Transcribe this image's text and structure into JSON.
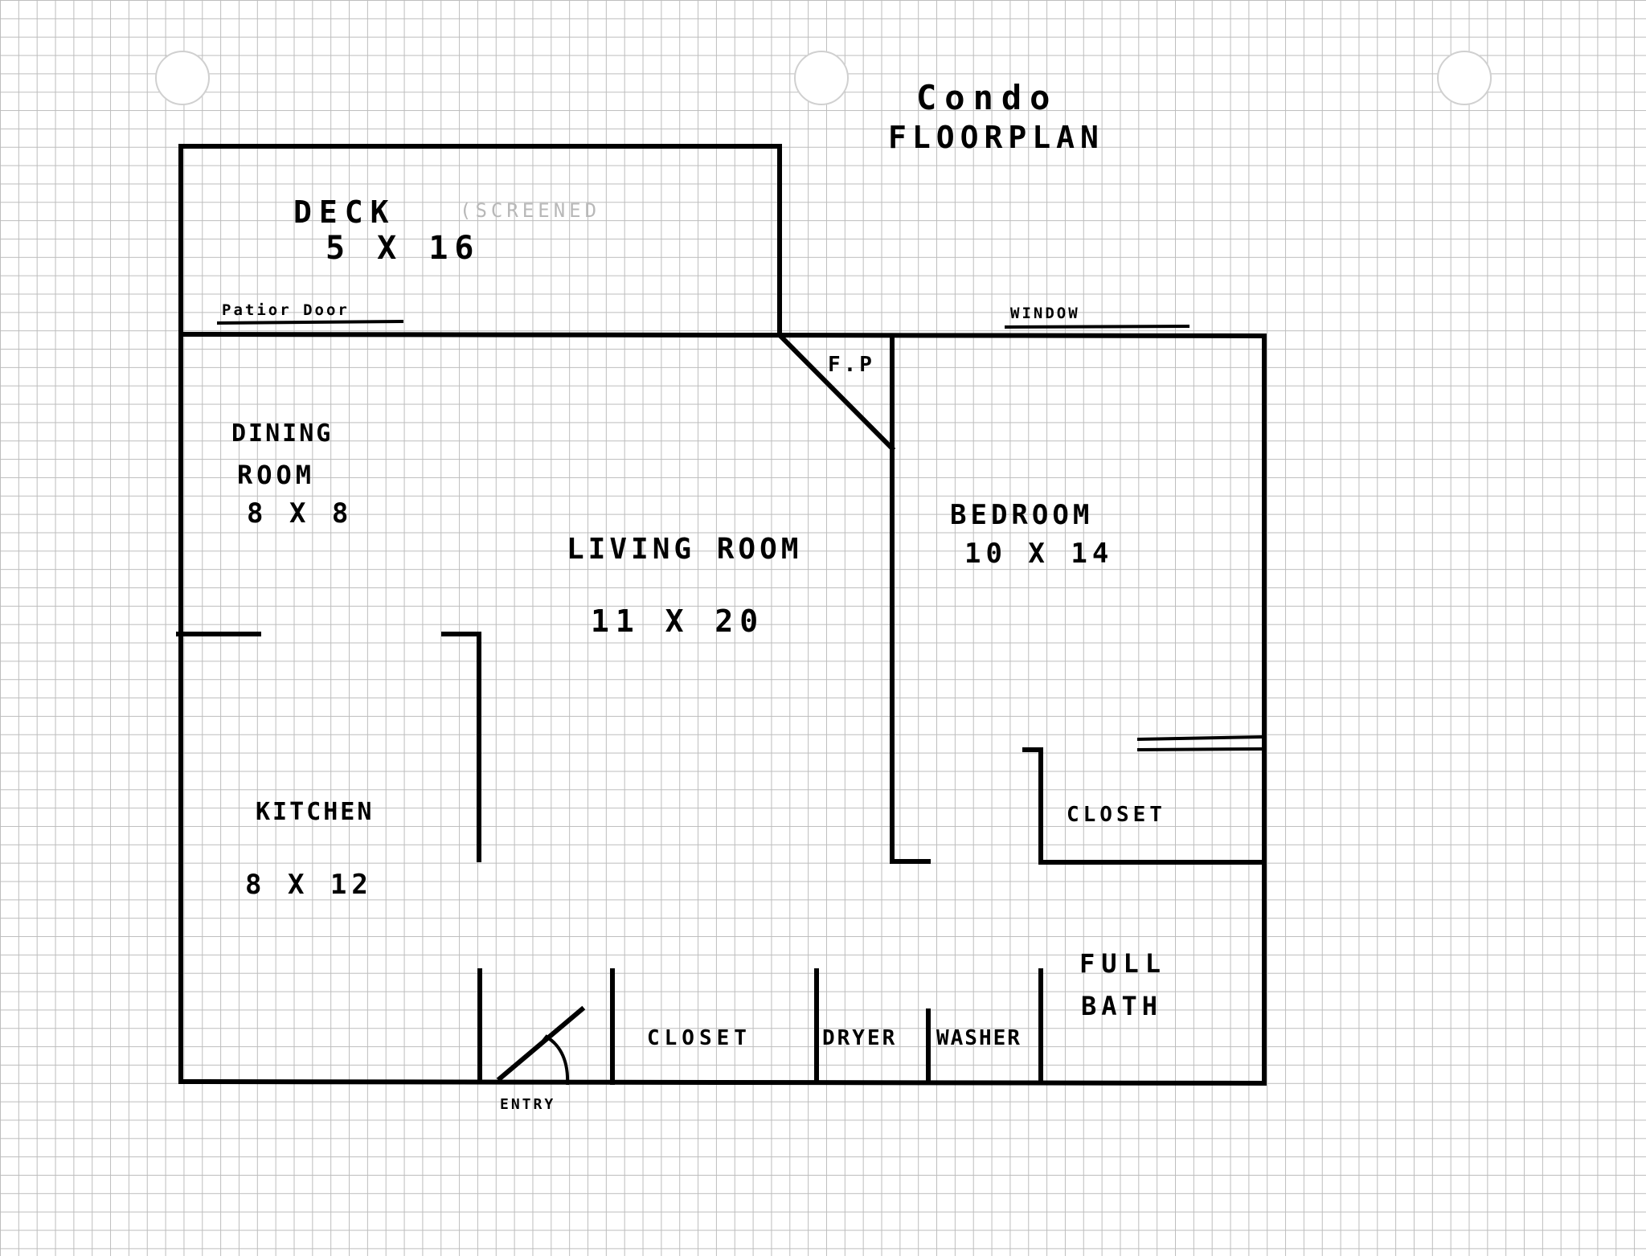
{
  "title": {
    "line1": "Condo",
    "line2": "FLOORPLAN"
  },
  "deck": {
    "name": "DECK",
    "note": "(SCREENED",
    "size": "5 X 16"
  },
  "labels": {
    "patio_door": "Patior Door",
    "window": "WINDOW",
    "fireplace": "F.P",
    "entry": "ENTRY"
  },
  "rooms": {
    "dining": {
      "name_line1": "DINING",
      "name_line2": "ROOM",
      "size": "8 X 8"
    },
    "living": {
      "name": "LIVING ROOM",
      "size": "11 X 20"
    },
    "bedroom": {
      "name": "BEDROOM",
      "size": "10 X 14"
    },
    "kitchen": {
      "name": "KITCHEN",
      "size": "8 X 12"
    },
    "bedroom_closet": {
      "name": "CLOSET"
    },
    "hall_closet": {
      "name": "CLOSET"
    },
    "dryer": {
      "name": "DRYER"
    },
    "washer": {
      "name": "WASHER"
    },
    "bath": {
      "name_line1": "FULL",
      "name_line2": "BATH"
    }
  }
}
